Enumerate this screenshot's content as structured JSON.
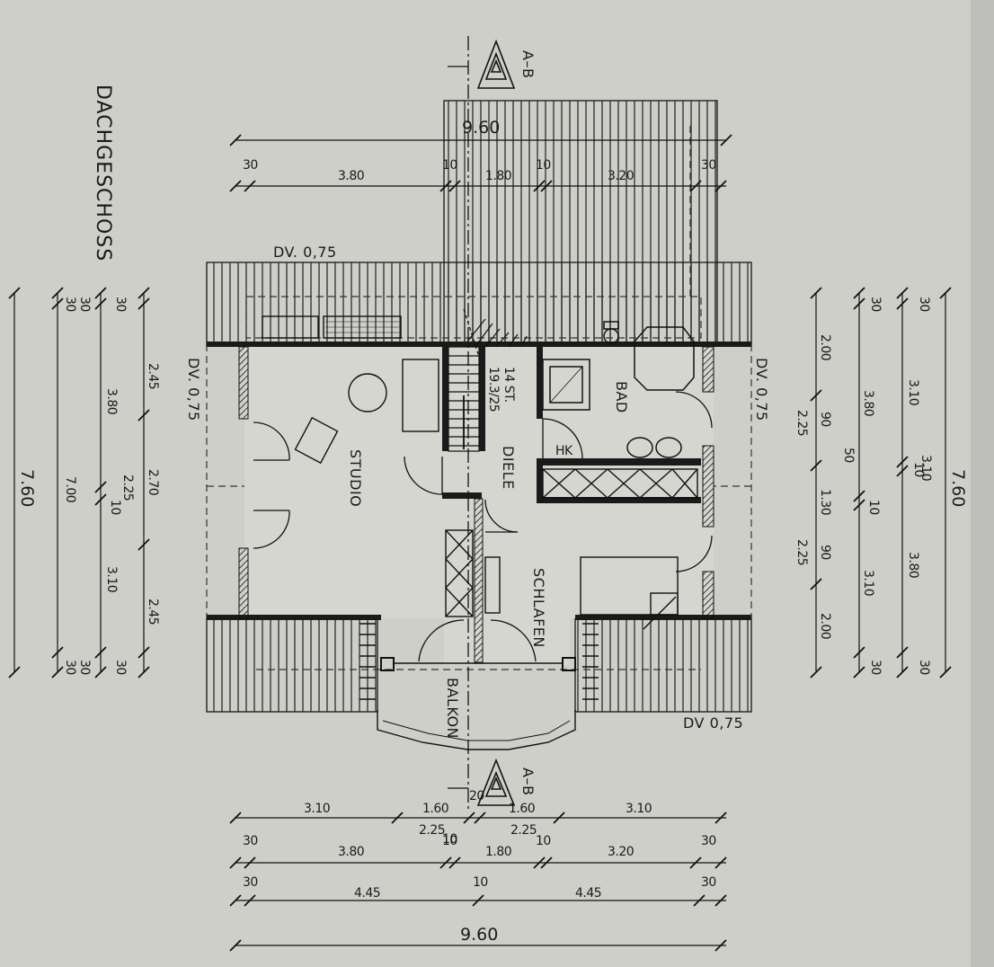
{
  "title": "DACHGESCHOSS",
  "section_marker": "A–B",
  "rooms": {
    "studio": "STUDIO",
    "bad": "BAD",
    "diele": "DIELE",
    "schlafen": "SCHLAFEN",
    "balkon": "BALKON",
    "hk": "HK"
  },
  "stairs": {
    "steps": "14 ST.",
    "ratio": "19.3/25"
  },
  "eaves_labels": {
    "top": "DV. 0,75",
    "left": "DV. 0,75",
    "right": "DV. 0,75",
    "bottom_right": "DV 0,75"
  },
  "dimensions": {
    "top": {
      "overall": "9.60",
      "row": [
        "30",
        "3.80",
        "10",
        "1.80",
        "10",
        "3.20",
        "30"
      ]
    },
    "bottom": {
      "row1": [
        "3.10",
        "1.60",
        "20",
        "1.60",
        "3.10"
      ],
      "row1_sub": [
        "2.25",
        "10",
        "2.25"
      ],
      "row2": [
        "30",
        "3.80",
        "10",
        "1.80",
        "10",
        "3.20",
        "30"
      ],
      "row3": [
        "30",
        "4.45",
        "10",
        "4.45",
        "30"
      ],
      "overall": "9.60"
    },
    "left": {
      "overall": "7.60",
      "col1": [
        "30",
        "7.00",
        "30"
      ],
      "col2": [
        "30",
        "3.80",
        "2.25",
        "10",
        "3.10",
        "30"
      ],
      "col3": [
        "30",
        "2.45",
        "2.70",
        "2.45",
        "30"
      ]
    },
    "right": {
      "overall": "7.60",
      "col1": [
        "2.00",
        "2.25",
        "2.25",
        "2.00"
      ],
      "col2": [
        "30",
        "90",
        "50",
        "1.30",
        "90",
        "30"
      ],
      "col3": [
        "3.80",
        "10",
        "3.10",
        "10",
        "3.80"
      ],
      "col4": [
        "30",
        "3.10",
        "3.10",
        "30"
      ]
    }
  }
}
